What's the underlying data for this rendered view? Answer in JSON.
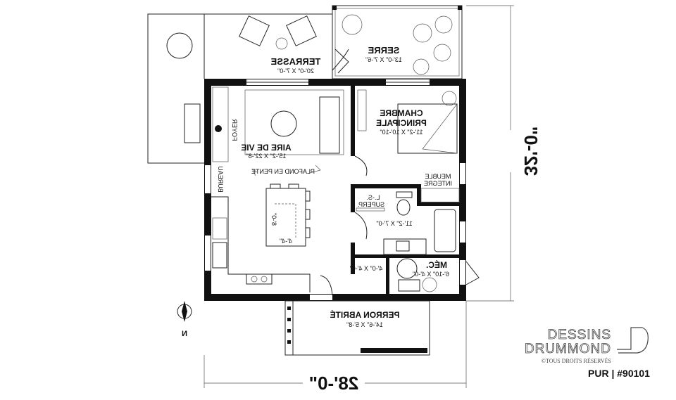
{
  "rooms": {
    "terrasse": {
      "name": "TERRASSE",
      "size": "20'-0\" X 7'-0\""
    },
    "serre": {
      "name": "SERRE",
      "size": "13'-0\" X 7'-6\""
    },
    "chambre": {
      "name_1": "CHAMBRE",
      "name_2": "PRINCIPALE",
      "size": "11'-2\" X 10'-10\""
    },
    "aire_de_vie": {
      "name": "AIRE DE VIE",
      "size": "15'-2\" X 22'-8\""
    },
    "salle_de_bain": {
      "size": "11'-2\" X 7'-0\""
    },
    "mec": {
      "name": "MÉC.",
      "size": "6'-10\" X 4'-0\""
    },
    "vestibule": {
      "size": "4'-0\" X 4'-0\""
    },
    "perron": {
      "name": "PERRON ABRITÉ",
      "size": "14'-6\" X 5'-8\""
    }
  },
  "labels": {
    "foyer": "FOYER",
    "plafond": "PLAFOND EN PENTE",
    "bureau": "BUREAU",
    "meuble_1": "MEUBLE",
    "meuble_2": "INTEGRE",
    "ls_1": "L.-S.",
    "ls_2": "SUPERP.",
    "ilot_length": "8'-0\"",
    "ilot_width": "4'-4\"",
    "north": "N"
  },
  "dimensions": {
    "width": "28'-0\"",
    "depth": "32'-0\""
  },
  "branding": {
    "line1": "DESSINS",
    "line2": "DRUMMOND",
    "rights": "©TOUS DROITS RÉSERVÉS",
    "model": "PUR | #90101"
  },
  "mirrored": true
}
